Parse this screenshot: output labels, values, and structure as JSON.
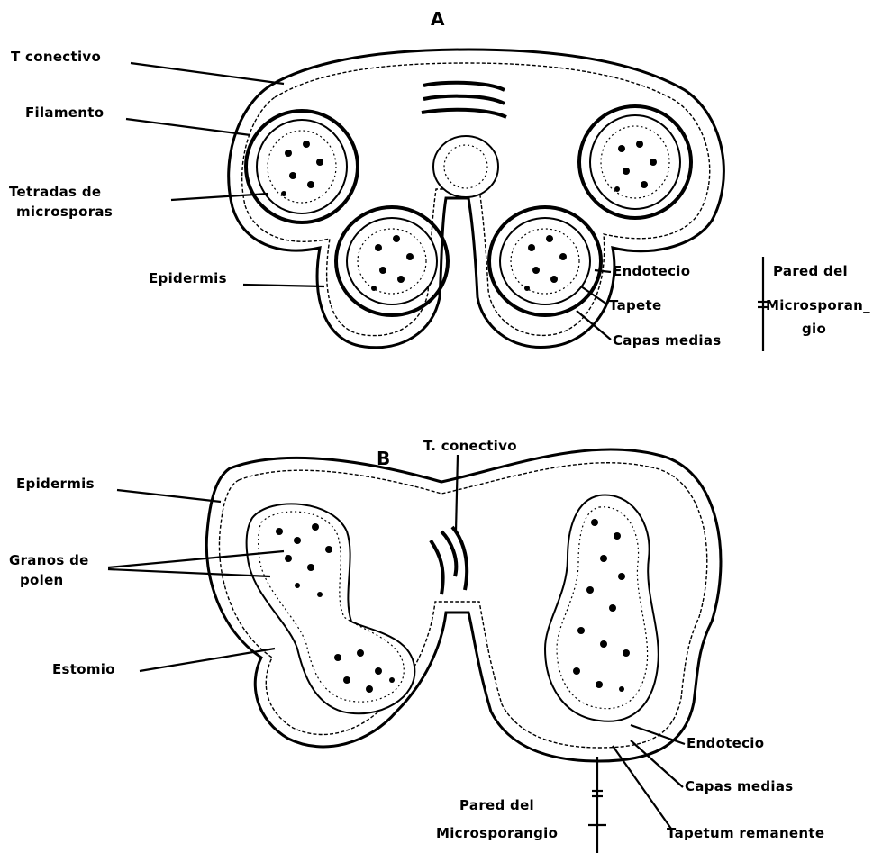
{
  "panel_a": {
    "letter": "A",
    "labels": {
      "t_conectivo": "T conectivo",
      "filamento": "Filamento",
      "tetradas_1": "Tetradas de",
      "tetradas_2": "microsporas",
      "epidermis": "Epidermis",
      "endotecio": "Endotecio",
      "tapete": "Tapete",
      "capas_medias": "Capas medias",
      "pared_1": "Pared del",
      "pared_2": "Microsporan_",
      "pared_3": "gio"
    }
  },
  "panel_b": {
    "letter": "B",
    "labels": {
      "t_conectivo": "T. conectivo",
      "epidermis": "Epidermis",
      "granos_1": "Granos de",
      "granos_2": "polen",
      "estomio": "Estomio",
      "endotecio": "Endotecio",
      "capas_medias": "Capas medias",
      "pared_1": "Pared del",
      "pared_2": "Microsporangio",
      "tapetum": "Tapetum remanente"
    }
  }
}
